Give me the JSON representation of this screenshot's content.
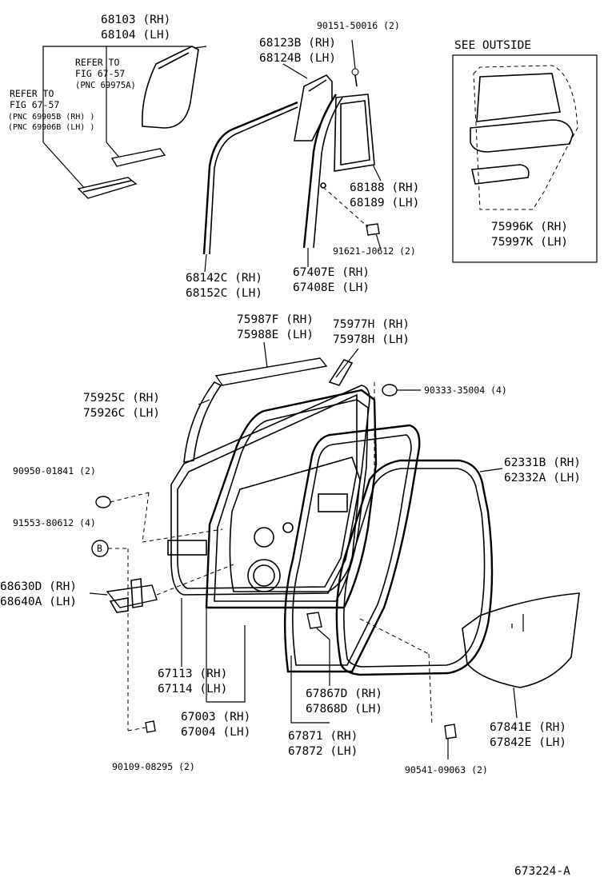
{
  "labels": {
    "glass": [
      "68103 (RH)",
      "68104 (LH)"
    ],
    "screw_top": "90151-50016 (2)",
    "run_channel": [
      "68123B (RH)",
      "68124B (LH)"
    ],
    "see_outside": "SEE  OUTSIDE",
    "refer1": [
      "REFER TO",
      "FIG 67-57",
      "(PNC 69975A)"
    ],
    "refer2": [
      "REFER TO",
      "FIG 67-57",
      "(PNC 69905B (RH) )",
      "(PNC 69906B (LH) )"
    ],
    "quarter_glass": [
      "68188 (RH)",
      "68189 (LH)"
    ],
    "bolt_top": "91621-J0612 (2)",
    "run_left": [
      "68142C (RH)",
      "68152C (LH)"
    ],
    "division": [
      "67407E (RH)",
      "67408E (LH)"
    ],
    "outside_part": [
      "75996K (RH)",
      "75997K (LH)"
    ],
    "belt_outer": [
      "75987F (RH)",
      "75988E (LH)"
    ],
    "belt_rear": [
      "75977H (RH)",
      "75978H (LH)"
    ],
    "plug_right": "90333-35004 (4)",
    "frame_trim": [
      "75925C (RH)",
      "75926C (LH)"
    ],
    "plug_left": "90950-01841 (2)",
    "weatherstrip": [
      "62331B (RH)",
      "62332A (LH)"
    ],
    "bolt_b": "91553-80612 (4)",
    "b_letter": "B",
    "hinge": [
      "68630D (RH)",
      "68640A (LH)"
    ],
    "door_panel": [
      "67113 (RH)",
      "67114 (LH)"
    ],
    "door_assy": [
      "67003 (RH)",
      "67004 (LH)"
    ],
    "clip": [
      "67867D (RH)",
      "67868D (LH)"
    ],
    "weatherstrip_inner": [
      "67871 (RH)",
      "67872 (LH)"
    ],
    "service_hole": [
      "67841E (RH)",
      "67842E (LH)"
    ],
    "bolt_bottom": "90109-08295 (2)",
    "clip_bottom": "90541-09063 (2)",
    "diagram_id": "673224-A"
  }
}
